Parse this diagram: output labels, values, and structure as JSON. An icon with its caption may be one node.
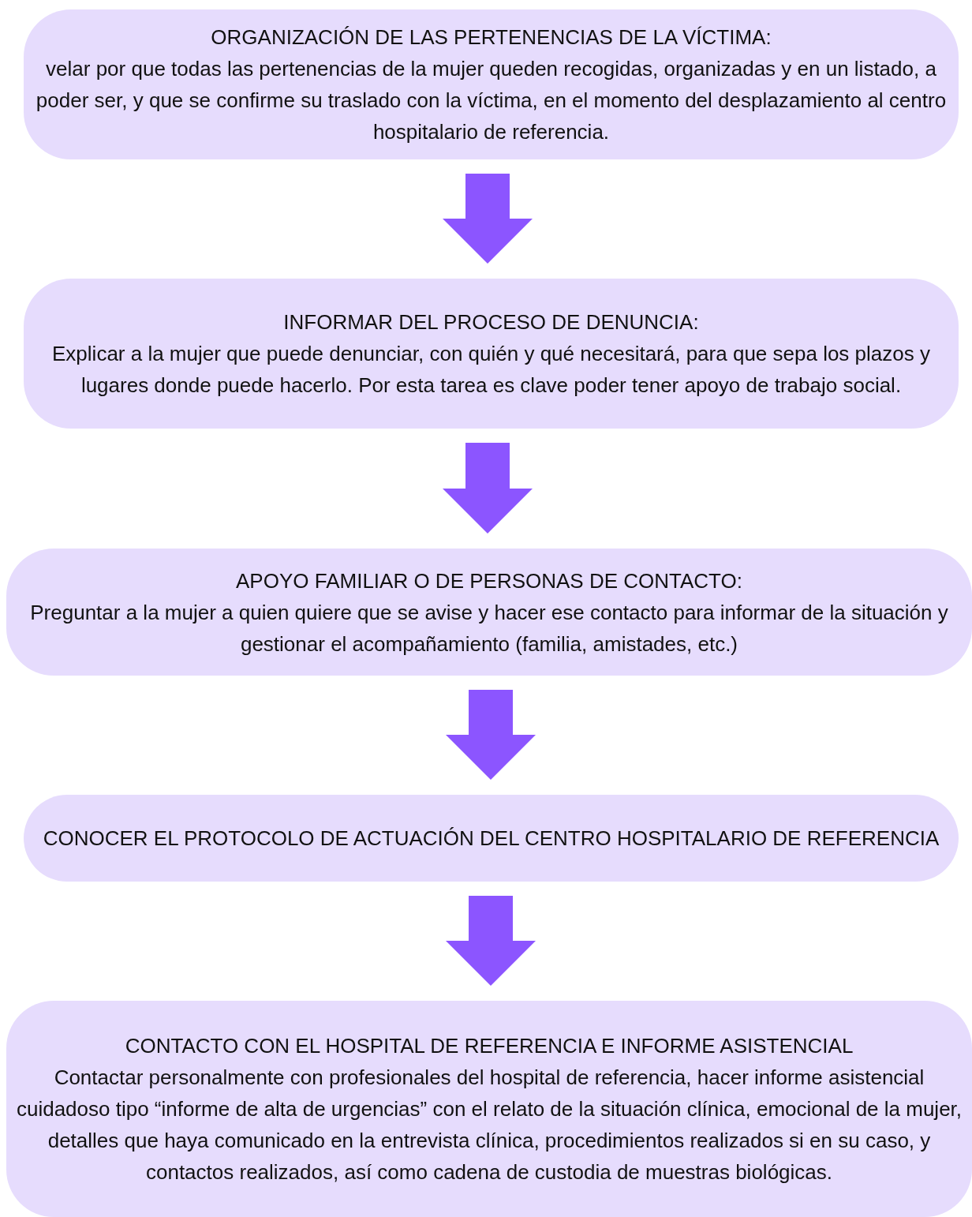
{
  "diagram": {
    "nodes": [
      {
        "text": [
          "ORGANIZACIÓN DE LAS PERTENENCIAS DE LA VÍCTIMA:",
          "velar por que todas las pertenencias de la mujer queden recogidas, organizadas y en un listado, a poder ser, y que se confirme su traslado con la víctima, en el momento del desplazamiento al centro hospitalario de referencia."
        ]
      },
      {
        "text": [
          "INFORMAR DEL PROCESO DE DENUNCIA:",
          "Explicar a la mujer que puede denunciar, con quién y qué necesitará, para que sepa los plazos y lugares donde puede hacerlo. Por esta tarea es clave poder tener apoyo de trabajo social."
        ]
      },
      {
        "text": [
          "APOYO FAMILIAR O DE PERSONAS DE CONTACTO:",
          "Preguntar a la mujer a quien quiere que se avise y hacer ese contacto para informar de la situación y gestionar el acompañamiento (familia, amistades, etc.)"
        ]
      },
      {
        "text": [
          "CONOCER EL PROTOCOLO DE ACTUACIÓN DEL CENTRO HOSPITALARIO DE REFERENCIA"
        ]
      },
      {
        "text": [
          "CONTACTO CON EL HOSPITAL DE REFERENCIA E INFORME ASISTENCIAL",
          "Contactar personalmente con profesionales del hospital de referencia, hacer informe asistencial cuidadoso tipo “informe de alta de urgencias” con el relato de la situación clínica, emocional de la mujer, detalles que haya comunicado en la entrevista clínica, procedimientos realizados si en su caso, y contactos realizados, así como cadena de custodia de muestras biológicas."
        ]
      }
    ],
    "edges": [
      {
        "from": 0,
        "to": 1,
        "arrow": "to"
      },
      {
        "from": 1,
        "to": 2,
        "arrow": "to"
      },
      {
        "from": 2,
        "to": 3,
        "arrow": "to"
      },
      {
        "from": 3,
        "to": 4,
        "arrow": "to"
      }
    ]
  }
}
